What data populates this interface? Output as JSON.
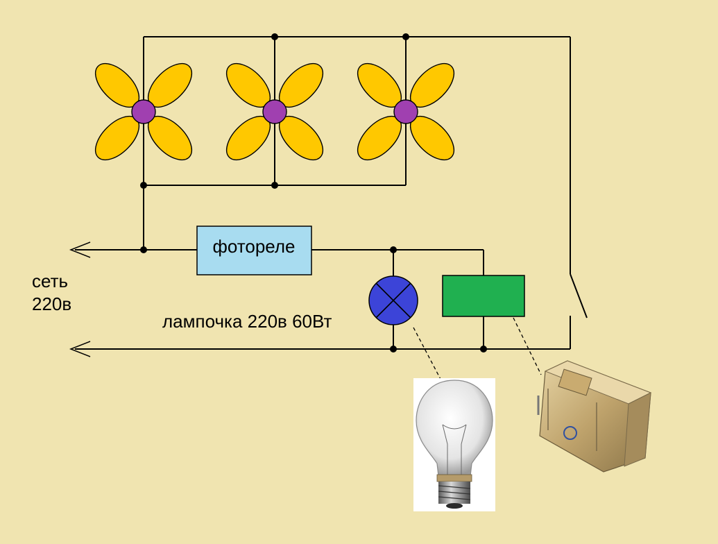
{
  "labels": {
    "photorelay": "фотореле",
    "mains_line1": "сеть",
    "mains_line2": "220в",
    "lamp": "лампочка 220в 60Вт"
  },
  "colors": {
    "background": "#f0e4b0",
    "petal": "#ffc800",
    "fan_hub": "#a040b0",
    "photorelay_box": "#a8dcf0",
    "relay_coil": "#20b050",
    "lamp_symbol": "#3c44d8"
  },
  "icons": {
    "fan": "fan-icon",
    "lamp_symbol": "lamp-symbol-icon",
    "bulb_photo": "light-bulb-icon",
    "relay_photo": "relay-icon",
    "arrow": "arrow-left-icon"
  }
}
